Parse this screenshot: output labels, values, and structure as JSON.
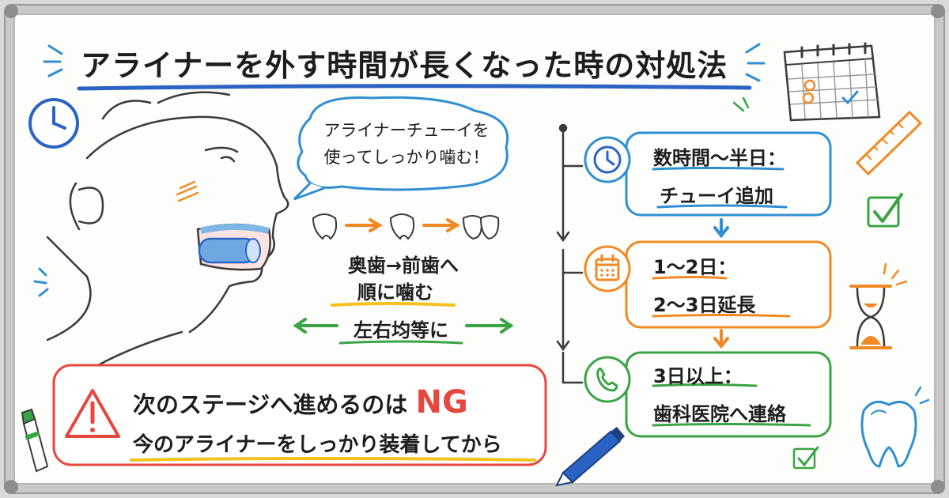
{
  "title": "アライナーを外す時間が長くなった時の対処法",
  "bubble": {
    "line1": "アライナーチューイを",
    "line2": "使ってしっかり噛む！"
  },
  "chewing": {
    "order_line1": "奥歯→前歯へ",
    "order_line2": "順に噛む",
    "balance": "左右均等に"
  },
  "steps": [
    {
      "duration": "数時間～半日：",
      "action": "チューイ追加",
      "icon": "clock-icon",
      "color": "#2f8fd0"
    },
    {
      "duration": "1～2日：",
      "action": "2～3日延長",
      "icon": "calendar-icon",
      "color": "#f08a24"
    },
    {
      "duration": "3日以上：",
      "action": "歯科医院へ連絡",
      "icon": "phone-icon",
      "color": "#3aa444"
    }
  ],
  "warning": {
    "line1_prefix": "次のステージへ進めるのは",
    "line1_ng": "NG",
    "line2": "今のアライナーをしっかり装着してから"
  },
  "colors": {
    "title_underline": "#2b63c4",
    "warning_border": "#e5483f",
    "underline_yellow": "#f4c21f",
    "arrow_green": "#3aa444",
    "arrow_orange": "#f08a24"
  }
}
